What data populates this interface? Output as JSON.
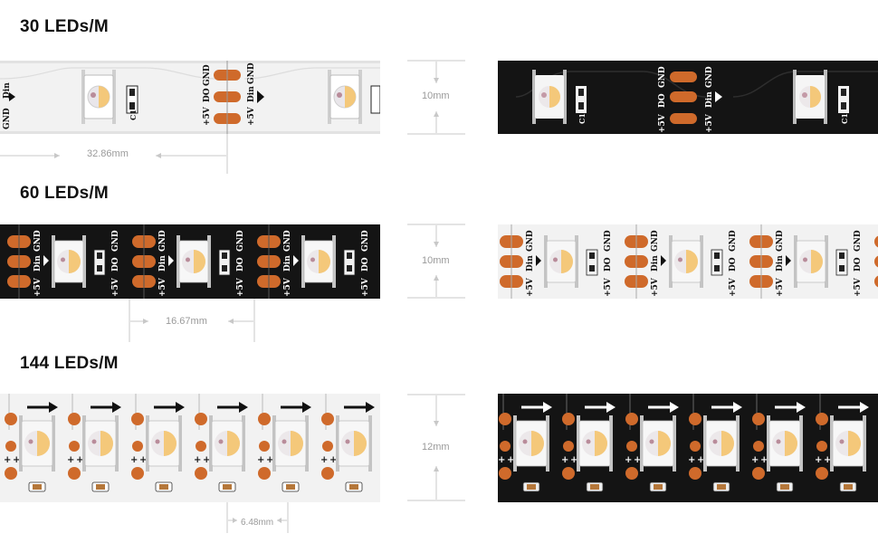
{
  "sections": [
    {
      "title": "30 LEDs/M",
      "height_label": "10mm",
      "pitch_label": "32.86mm",
      "left_strip_color": "white",
      "right_strip_color": "black"
    },
    {
      "title": "60 LEDs/M",
      "height_label": "10mm",
      "pitch_label": "16.67mm",
      "left_strip_color": "black",
      "right_strip_color": "white"
    },
    {
      "title": "144 LEDs/M",
      "height_label": "12mm",
      "pitch_label": "6.48mm",
      "left_strip_color": "white",
      "right_strip_color": "black"
    }
  ],
  "pad_labels": {
    "power": "+5V",
    "ground": "GND",
    "data_in": "Din",
    "data_out": "DO",
    "capacitor": "C1"
  },
  "colors": {
    "pad": "#cf6a2b",
    "white_pcb": "#f2f2f2",
    "black_pcb": "#141414",
    "led_warm": "#f4c87a",
    "dimension_line": "#b5b5b5"
  }
}
